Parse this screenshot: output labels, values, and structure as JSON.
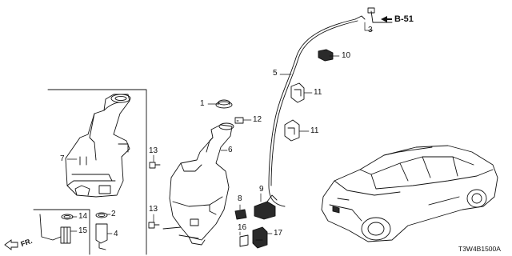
{
  "diagram": {
    "callouts": {
      "c1": "1",
      "c2": "2",
      "c3": "3",
      "c4": "4",
      "c5": "5",
      "c6": "6",
      "c7": "7",
      "c8": "8",
      "c9": "9",
      "c10": "10",
      "c11a": "11",
      "c11b": "11",
      "c12": "12",
      "c13a": "13",
      "c13b": "13",
      "c14": "14",
      "c15": "15",
      "c16": "16",
      "c17": "17"
    },
    "reference": "B-51",
    "direction_label": "FR.",
    "diagram_code": "T3W4B1500A"
  },
  "colors": {
    "line": "#111111",
    "part_fill": "#ffffff",
    "dark_part": "#2a2a2a"
  },
  "icons": [
    "front-direction-arrow-icon",
    "reference-arrow-icon"
  ]
}
